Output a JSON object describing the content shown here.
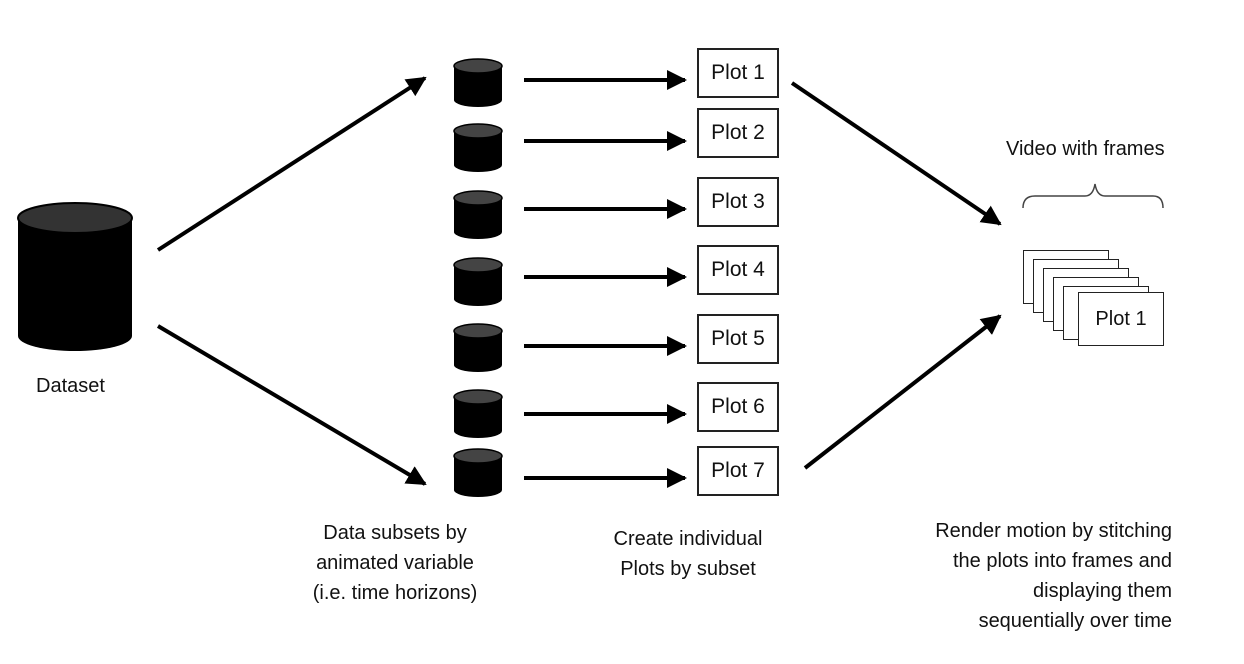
{
  "source": {
    "label": "Dataset"
  },
  "plots": [
    "Plot 1",
    "Plot 2",
    "Plot 3",
    "Plot 4",
    "Plot 5",
    "Plot 6",
    "Plot 7"
  ],
  "video": {
    "title": "Video with frames",
    "front_frame_label": "Plot 1"
  },
  "captions": {
    "subsets": [
      "Data subsets by",
      "animated variable",
      "(i.e. time horizons)"
    ],
    "create": [
      "Create individual",
      "Plots by subset"
    ],
    "render": [
      "Render motion by stitching",
      "the plots into frames and",
      "displaying them",
      "sequentially over time"
    ]
  }
}
